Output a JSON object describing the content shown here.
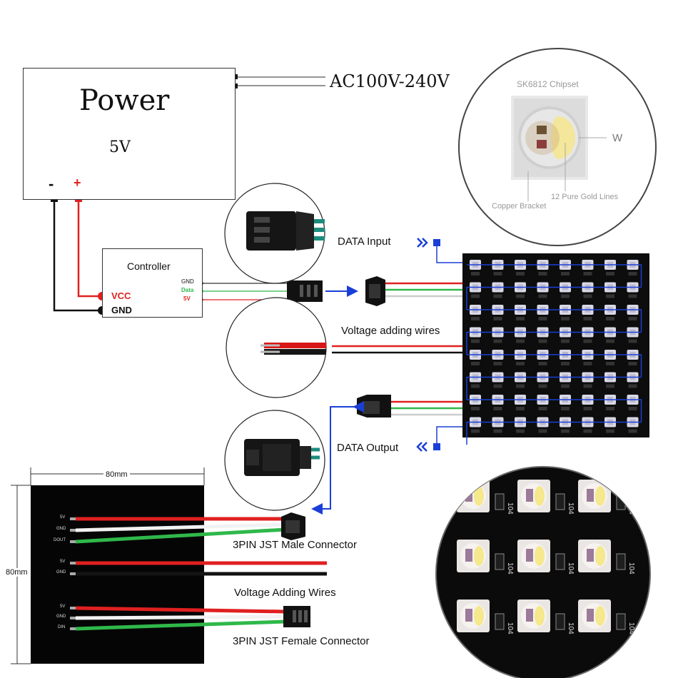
{
  "power": {
    "title": "Power",
    "voltage": "5V",
    "minus": "-",
    "plus": "+"
  },
  "ac_label": "AC100V-240V",
  "controller": {
    "title": "Controller",
    "vcc": "VCC",
    "gnd": "GND",
    "out_gnd": "GND",
    "out_data": "Data",
    "out_5v": "5V"
  },
  "chip": {
    "name": "SK6812 Chipset",
    "w": "W",
    "gold": "12 Pure Gold Lines",
    "bracket": "Copper Bracket"
  },
  "labels": {
    "data_input": "DATA  Input",
    "voltage_wires": "Voltage adding wires",
    "data_output": "DATA Output",
    "male": "3PIN JST Male Connector",
    "adding": "Voltage Adding Wires",
    "female": "3PIN JST Female Connector"
  },
  "board": {
    "width": "80mm",
    "height": "80mm",
    "pins_top": [
      "5V",
      "GND",
      "DOUT"
    ],
    "pins_mid": [
      "5V",
      "GND"
    ],
    "pins_bot": [
      "5V",
      "GND",
      "DIN"
    ]
  },
  "led_code": "104",
  "colors": {
    "red": "#e02020",
    "green": "#2fb84a",
    "blue": "#1a3fd6",
    "black": "#111111"
  }
}
